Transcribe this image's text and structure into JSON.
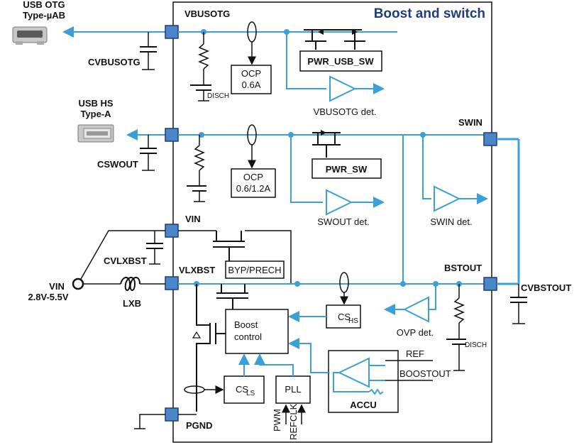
{
  "title": "Boost and switch",
  "external": {
    "usb_otg": [
      "USB OTG",
      "Type-µAB"
    ],
    "usb_hs": [
      "USB HS",
      "Type-A"
    ],
    "cvbusotg": "CVBUSOTG",
    "cswout": "CSWOUT",
    "cvlxbst": "CVLXBST",
    "vin": [
      "VIN",
      "2.8V-5.5V"
    ],
    "lxb": "LXB",
    "cvbstout": "CVBSTOUT"
  },
  "pins": {
    "vbusotg": "VBUSOTG",
    "vin": "VIN",
    "vlxbst": "VLXBST",
    "pgnd": "PGND",
    "swin": "SWIN",
    "bstout": "BSTOUT"
  },
  "blocks": {
    "ocp1": [
      "OCP",
      "0.6A"
    ],
    "ocp2": [
      "OCP",
      "0.6/1.2A"
    ],
    "pwr_usb_sw": "PWR_USB_SW",
    "pwr_sw": "PWR_SW",
    "byp_prech": "BYP/PRECH",
    "boost_control": [
      "Boost",
      "control"
    ],
    "cs_hs": [
      "CS",
      "HS"
    ],
    "cs_ls": [
      "CS",
      "LS"
    ],
    "pll": "PLL",
    "accu": "ACCU"
  },
  "signals": {
    "vbusotg_det": "VBUSOTG det.",
    "swout_det": "SWOUT det.",
    "swin_det": "SWIN det.",
    "ovp_det": "OVP det.",
    "disch1": "DISCH",
    "disch2": "DISCH",
    "ref": "REF",
    "boostout": "BOOSTOUT",
    "pwm": "PWM",
    "refclk": "REFCLK"
  },
  "colors": {
    "signal": "#3b9fd8",
    "pin": "#4a86c8",
    "title": "#1f3d7a"
  }
}
